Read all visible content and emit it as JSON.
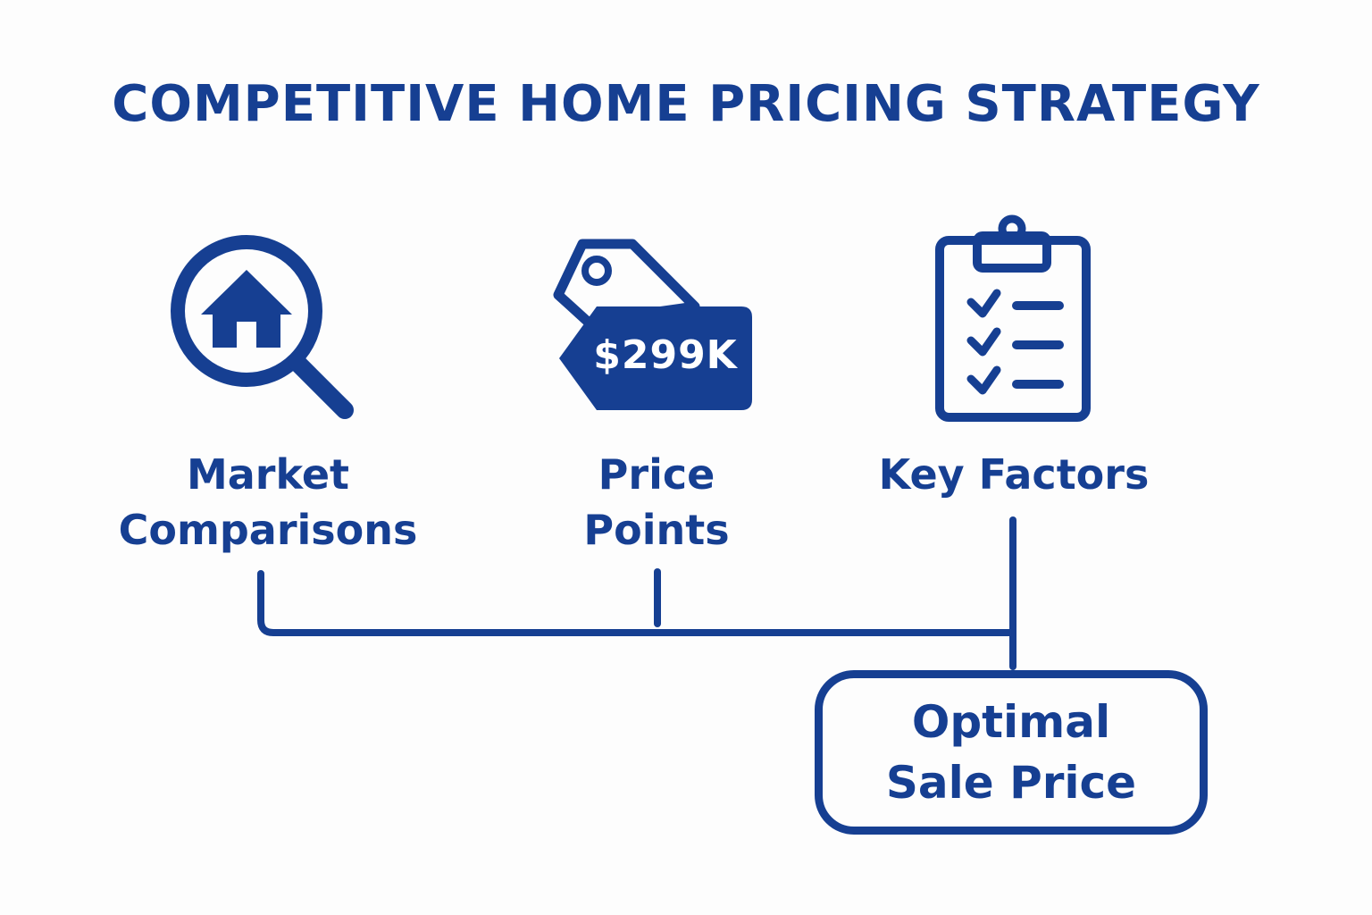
{
  "title": "COMPETITIVE HOME PRICING STRATEGY",
  "colors": {
    "primary": "#163f92",
    "background": "#fdfdfd"
  },
  "nodes": [
    {
      "id": "market",
      "icon": "magnifier-house-icon",
      "label_lines": [
        "Market",
        "Comparisons"
      ]
    },
    {
      "id": "price",
      "icon": "price-tag-icon",
      "tag_text": "$299K",
      "label_lines": [
        "Price",
        "Points"
      ]
    },
    {
      "id": "key",
      "icon": "clipboard-checklist-icon",
      "label_lines": [
        "Key Factors"
      ]
    }
  ],
  "result": {
    "label_lines": [
      "Optimal",
      "Sale Price"
    ]
  }
}
